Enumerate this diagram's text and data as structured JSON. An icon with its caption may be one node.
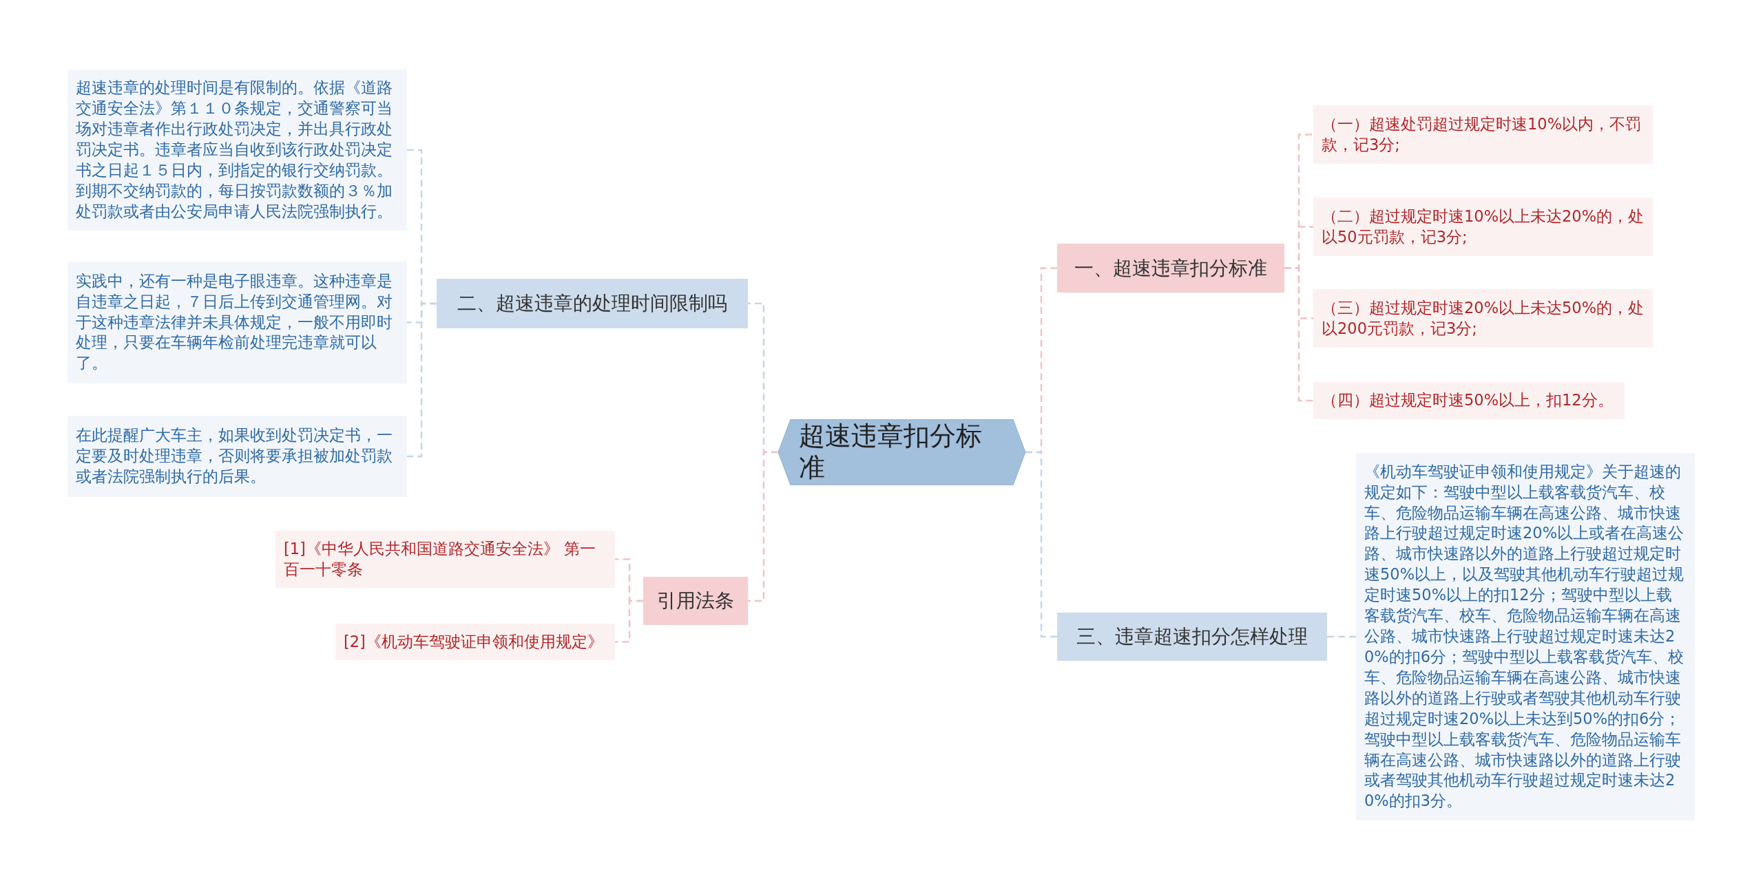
{
  "diagram": {
    "nodes": [
      {
        "text": [
          "超速违章扣分标准"
        ]
      },
      {
        "text": [
          "一、超速违章扣分标准"
        ]
      },
      {
        "text": [
          "（一）超速处罚超过规定时速10%以内，不罚款，记3分;"
        ]
      },
      {
        "text": [
          "（二）超过规定时速10%以上未达20%的，处以50元罚款，记3分;"
        ]
      },
      {
        "text": [
          "（三）超过规定时速20%以上未达50%的，处以200元罚款，记3分;"
        ]
      },
      {
        "text": [
          "（四）超过规定时速50%以上，扣12分。"
        ]
      },
      {
        "text": [
          "三、违章超速扣分怎样处理"
        ]
      },
      {
        "text": [
          "《机动车驾驶证申领和使用规定》关于超速的规定如下：驾驶中型以上载客载货汽车、校车、危险物品运输车辆在高速公路、城市快速路上行驶超过规定时速20%以上或者在高速公路、城市快速路以外的道路上行驶超过规定时速50%以上，以及驾驶其他机动车行驶超过规定时速50%以上的扣12分；驾驶中型以上载客载货汽车、校车、危险物品运输车辆在高速公路、城市快速路上行驶超过规定时速未达20%的扣6分；驾驶中型以上载客载货汽车、校车、危险物品运输车辆在高速公路、城市快速路以外的道路上行驶或者驾驶其他机动车行驶超过规定时速20%以上未达到50%的扣6分；驾驶中型以上载客载货汽车、危险物品运输车辆在高速公路、城市快速路以外的道路上行驶或者驾驶其他机动车行驶超过规定时速未达20%的扣3分。"
        ]
      },
      {
        "text": [
          "二、超速违章的处理时间限制吗"
        ]
      },
      {
        "text": [
          "超速违章的处理时间是有限制的。依据《道路交通安全法》第１１０条规定，交通警察可当场对违章者作出行政处罚决定，并出具行政处罚决定书。违章者应当自收到该行政处罚决定书之日起１５日内，到指定的银行交纳罚款。到期不交纳罚款的，每日按罚款数额的３％加处罚款或者由公安局申请人民法院强制执行。"
        ]
      },
      {
        "text": [
          "实践中，还有一种是电子眼违章。这种违章是自违章之日起，７日后上传到交通管理网。对于这种违章法律并未具体规定，一般不用即时处理，只要在车辆年检前处理完违章就可以了。"
        ]
      },
      {
        "text": [
          "在此提醒广大车主，如果收到处罚决定书，一定要及时处理违章，否则将要承担被加处罚款或者法院强制执行的后果。"
        ]
      },
      {
        "text": [
          "引用法条"
        ]
      },
      {
        "text": [
          "[1]《中华人民共和国道路交通安全法》 第一百一十零条"
        ]
      },
      {
        "text": [
          "[2]《机动车驾驶证申领和使用规定》"
        ]
      }
    ],
    "edges": [
      {
        "from": 0,
        "to": 1,
        "arrow": "none"
      },
      {
        "from": 1,
        "to": 2,
        "arrow": "none"
      },
      {
        "from": 1,
        "to": 3,
        "arrow": "none"
      },
      {
        "from": 1,
        "to": 4,
        "arrow": "none"
      },
      {
        "from": 1,
        "to": 5,
        "arrow": "none"
      },
      {
        "from": 0,
        "to": 6,
        "arrow": "none",
        "color": "#c3d6ea"
      },
      {
        "from": 6,
        "to": 7,
        "arrow": "none",
        "color": "#c3d6ea"
      },
      {
        "from": 0,
        "to": 8,
        "arrow": "none",
        "color": "#c3d6ea"
      },
      {
        "from": 8,
        "to": 9,
        "arrow": "none",
        "color": "#c3d6ea"
      },
      {
        "from": 8,
        "to": 10,
        "arrow": "none",
        "color": "#c3d6ea"
      },
      {
        "from": 8,
        "to": 11,
        "arrow": "none",
        "color": "#c3d6ea"
      },
      {
        "from": 0,
        "to": 12,
        "arrow": "none"
      },
      {
        "from": 12,
        "to": 13,
        "arrow": "none"
      },
      {
        "from": 12,
        "to": 14,
        "arrow": "none"
      }
    ]
  }
}
